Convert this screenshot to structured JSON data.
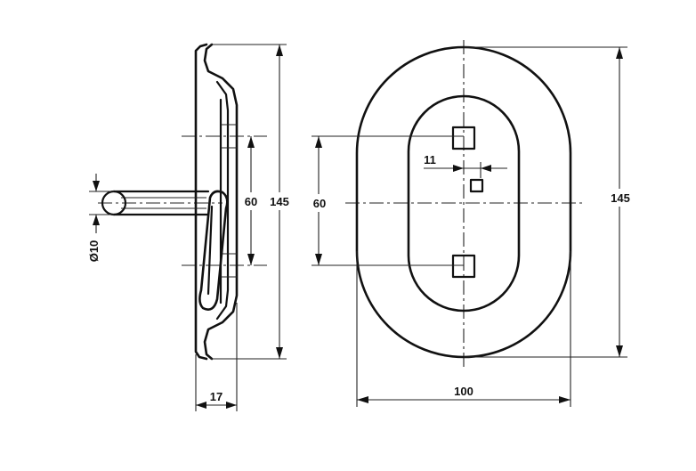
{
  "dimensions": {
    "side_plate_height": "145",
    "side_hole_spacing": "60",
    "side_depth": "17",
    "ring_diameter": "Ø10",
    "front_height": "145",
    "front_hole_spacing": "60",
    "front_width": "100",
    "front_slot_offset": "11"
  }
}
